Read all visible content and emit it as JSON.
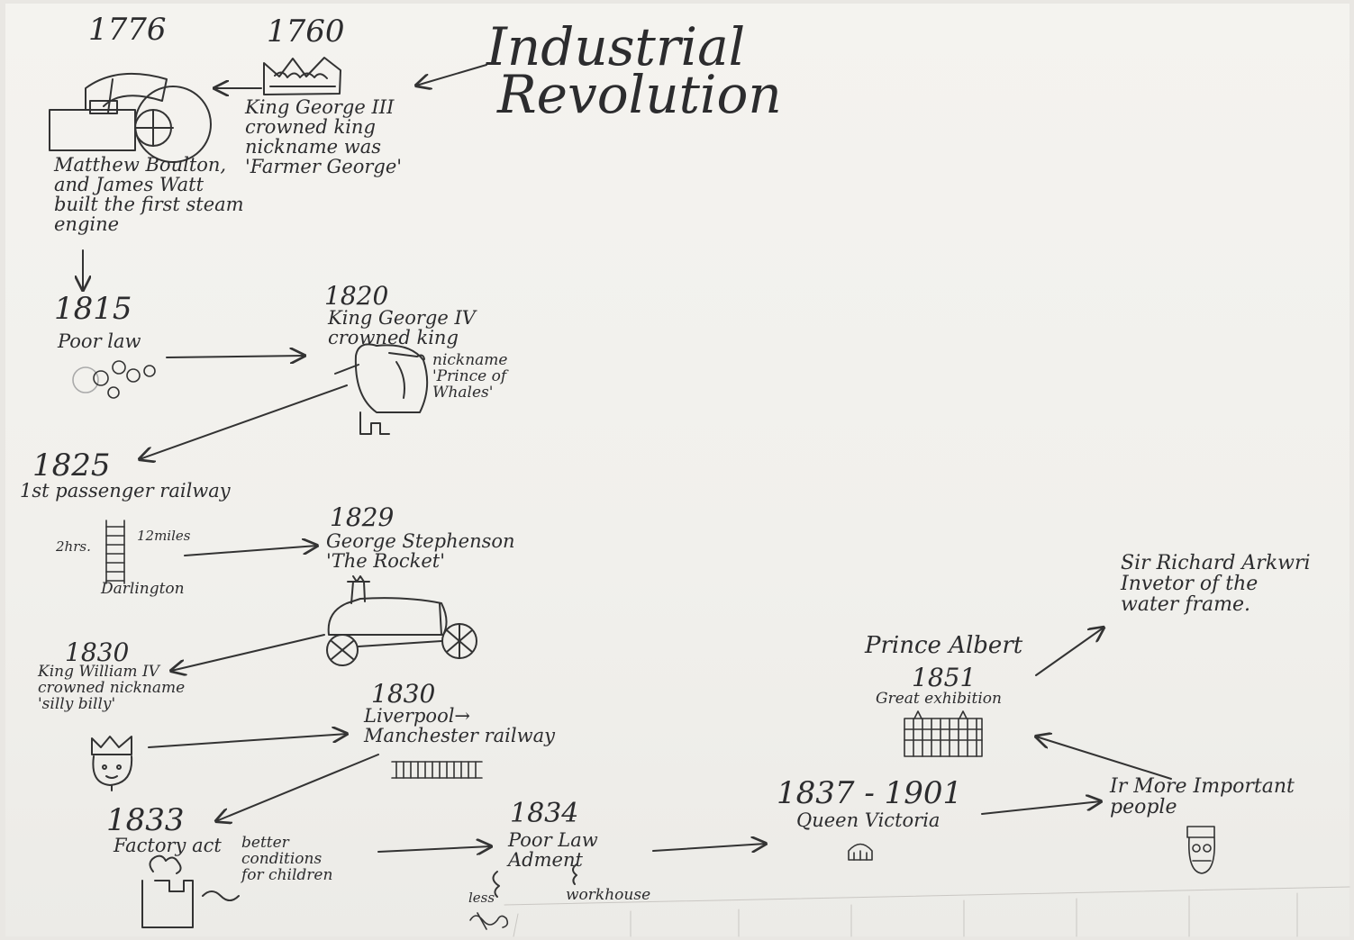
{
  "title": {
    "line1": "Industrial",
    "line2": "Revolution"
  },
  "events": [
    {
      "year": "1776",
      "text": "Matthew Boulton,\nand James Watt\nbuilt the first steam\nengine",
      "icon": "steam-engine-icon"
    },
    {
      "year": "1760",
      "text": "King George III\ncrowned king\nnickname was\n'Farmer George'",
      "icon": "crown-icon"
    },
    {
      "year": "1815",
      "text": "Poor law",
      "icon": "coins-icon"
    },
    {
      "year": "1820",
      "text": "King George IV\ncrowned king",
      "note": "nickname\n'Prince of\nWhales'",
      "icon": "whale-figure-icon"
    },
    {
      "year": "1825",
      "text": "1st passenger railway",
      "time_note": "2hrs.",
      "distance_note": "12miles",
      "place": "Darlington",
      "icon": "railway-track-icon"
    },
    {
      "year": "1829",
      "text": "George Stephenson\n'The Rocket'",
      "icon": "rocket-locomotive-icon"
    },
    {
      "year": "1830",
      "text": "King William IV\ncrowned nickname\n'silly billy'",
      "icon": "king-face-icon"
    },
    {
      "year": "1830",
      "text": "Liverpool→\nManchester railway",
      "icon": "railway-track-icon"
    },
    {
      "year": "1833",
      "text": "Factory act",
      "note": "better\nconditions\nfor children",
      "icon": "factory-icon"
    },
    {
      "year": "1834",
      "text": "Poor Law\nAdment",
      "note_left": "less",
      "note_right": "workhouse",
      "icon": "food-icon"
    },
    {
      "year": "1837 - 1901",
      "text": "Queen Victoria",
      "icon": "queen-crown-icon"
    },
    {
      "year": "1851",
      "text": "Prince Albert",
      "subtext": "Great exhibition",
      "icon": "crystal-palace-icon"
    },
    {
      "year": "",
      "text": "Sir Richard Arkwri\nInvetor of the\nwater frame."
    },
    {
      "year": "",
      "text": "Ir More Important\npeople",
      "icon": "person-face-icon"
    }
  ]
}
